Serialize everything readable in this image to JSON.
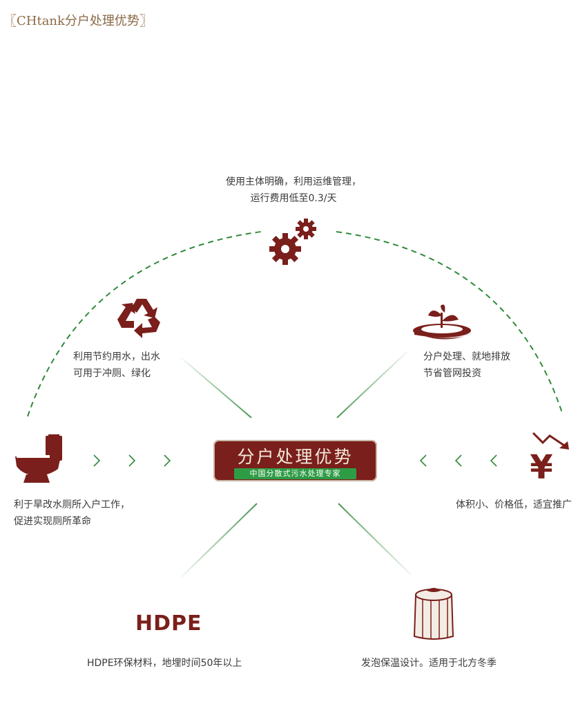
{
  "header": {
    "title": "CHtank分户处理优势"
  },
  "center_badge": {
    "title": "分户处理优势",
    "subtitle": "中国分散式污水处理专家"
  },
  "features": {
    "top": {
      "line1": "使用主体明确，利用运维管理，",
      "line2": "运行费用低至0.3/天",
      "icon": "gears-icon"
    },
    "upper_left": {
      "line1": "利用节约用水，出水",
      "line2": "可用于冲厕、绿化",
      "icon": "recycle-icon"
    },
    "upper_right": {
      "line1": "分户处理、就地排放",
      "line2": "节省管网投资",
      "icon": "sprout-icon"
    },
    "left": {
      "line1": "利于旱改水厕所入户工作，",
      "line2": "促进实现厕所革命",
      "icon": "toilet-icon"
    },
    "right": {
      "line1": "体积小、价格低，适宜推广",
      "icon": "yen-down-icon"
    },
    "bottom_left": {
      "label": "HDPE",
      "text": "HDPE环保材料，地埋时间50年以上"
    },
    "bottom_right": {
      "text": "发泡保温设计。适用于北方冬季",
      "icon": "tank-icon"
    }
  },
  "colors": {
    "brand_red": "#7a1f1b",
    "green": "#2e9c45",
    "dash_green": "#2f8a3a"
  }
}
